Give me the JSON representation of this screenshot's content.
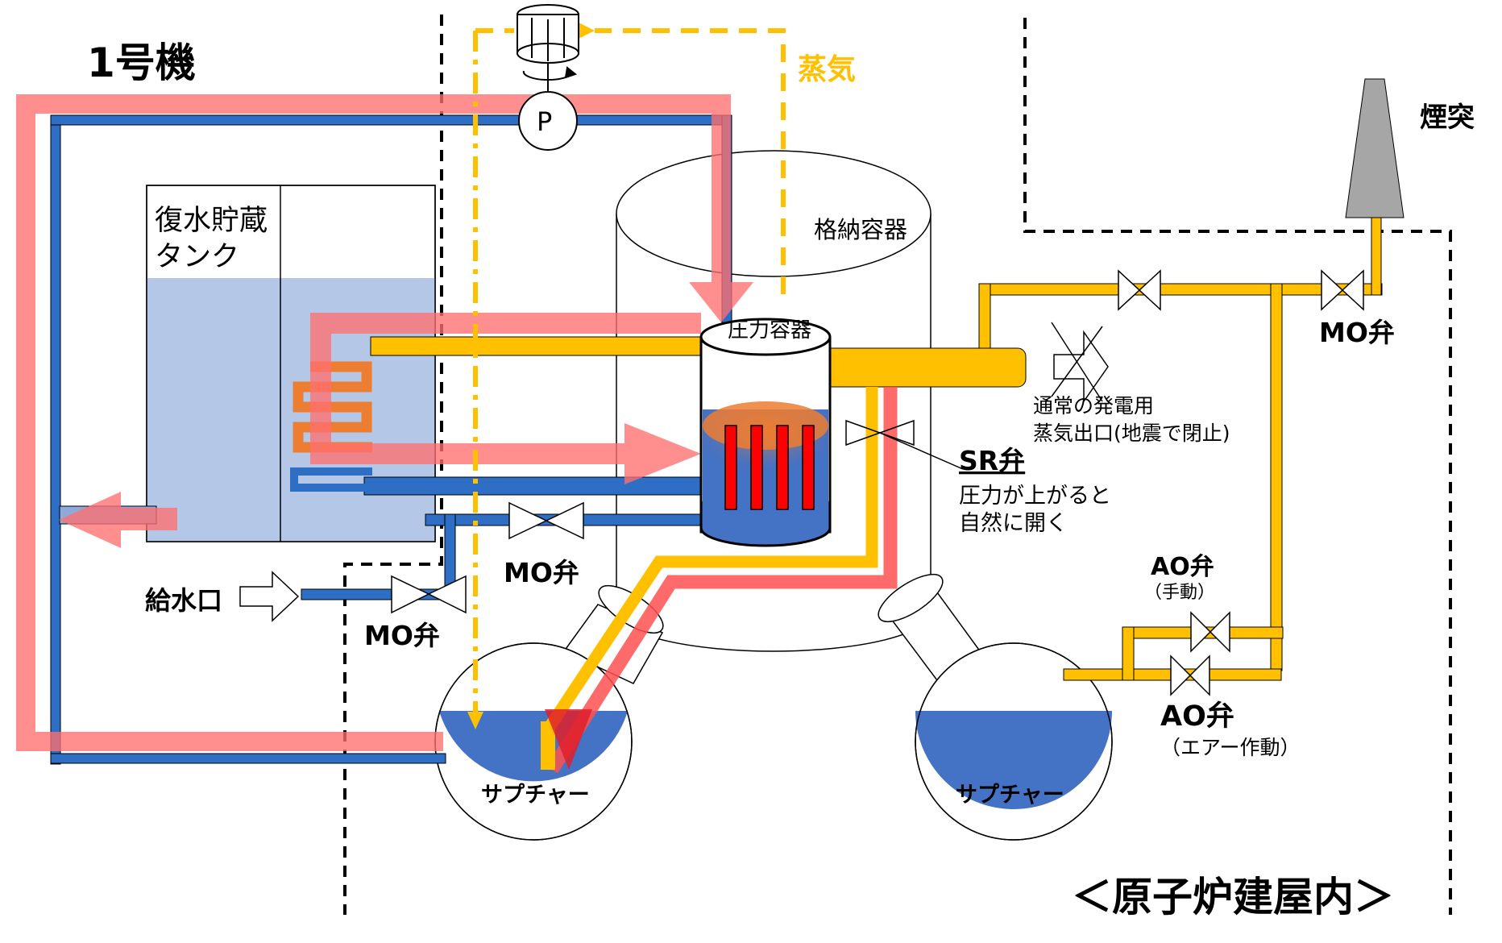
{
  "title": "1号機",
  "labels": {
    "condenser_tank": [
      "復水貯蔵",
      "タンク"
    ],
    "containment": "格納容器",
    "pressure_vessel": "圧力容器",
    "steam": "蒸気",
    "pump": "P",
    "chimney": "煙突",
    "feed_inlet": "給水口",
    "mo_valve": "MO弁",
    "sr_valve": "SR弁",
    "sr_desc": [
      "圧力が上がると",
      "自然に開く"
    ],
    "steam_outlet": [
      "通常の発電用",
      "蒸気出口(地震で閉止)"
    ],
    "ao_valve": "AO弁",
    "ao_manual": "（手動）",
    "ao_air": "（エアー作動）",
    "suppression": "サプチャー",
    "building": "＜原子炉建屋内＞"
  },
  "colors": {
    "blue_pipe": "#2e6ec4",
    "yellow_pipe": "#ffc000",
    "red_flow": "#ff5b5b",
    "water": "#b4c7e7",
    "suppression_water": "#4472c4",
    "fuel_rod": "#ff0000",
    "heat": "#ed7d31",
    "chimney": "#a6a6a6"
  }
}
